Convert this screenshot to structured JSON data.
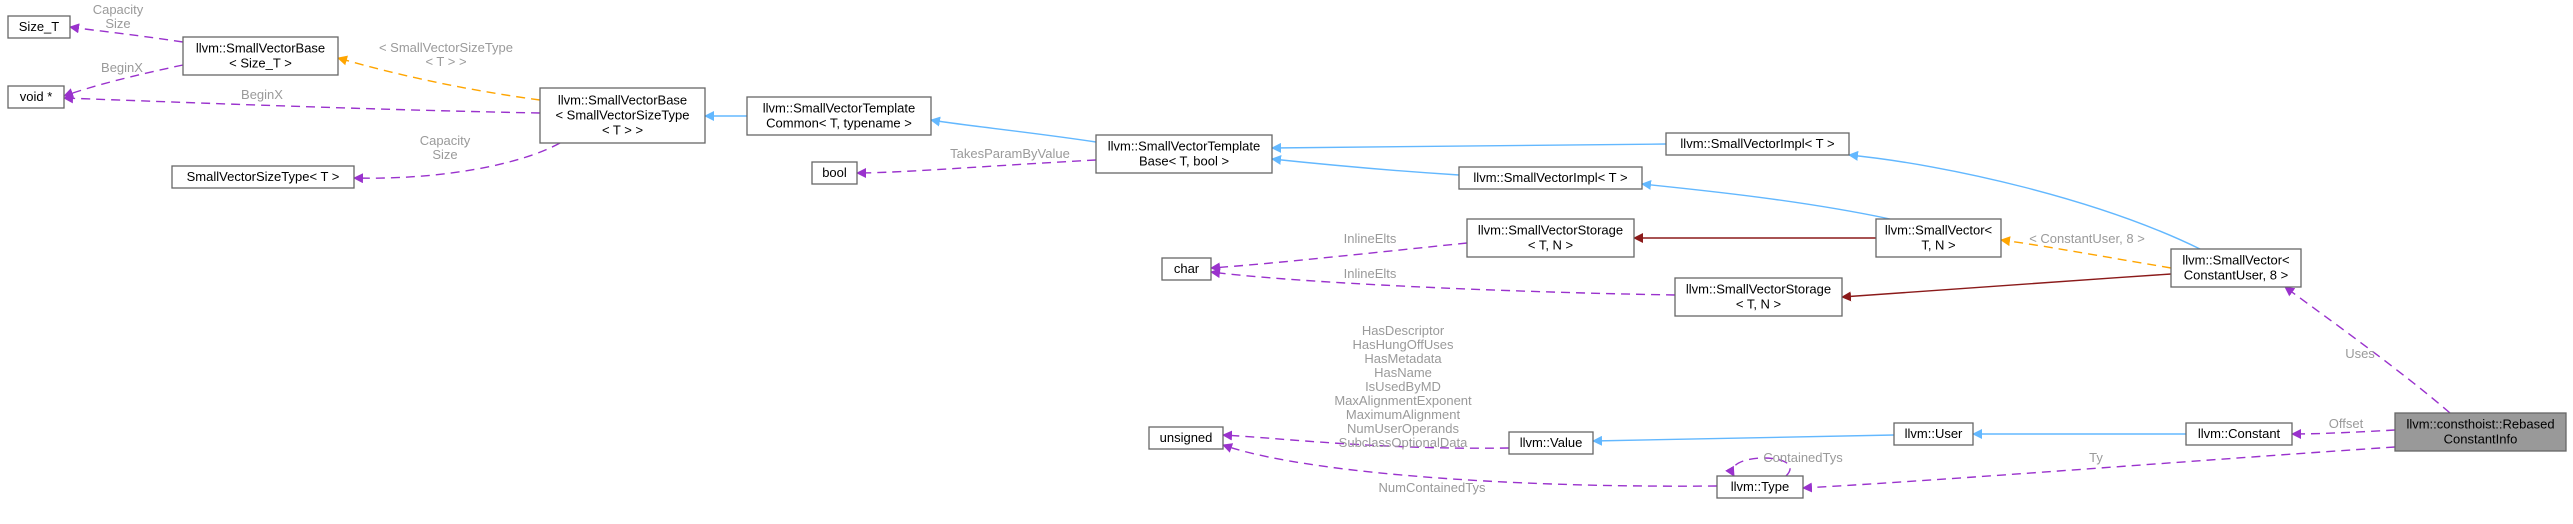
{
  "colors": {
    "inheritance": "#63b8ff",
    "usage": "#9a32cd",
    "template": "#ffa500",
    "storage": "#8b1a1a",
    "label": "#9a9a9a",
    "node_border": "#666666",
    "focus_fill": "#999999"
  },
  "nodes": [
    {
      "id": "size_t",
      "lines": [
        "Size_T"
      ]
    },
    {
      "id": "void_ptr",
      "lines": [
        "void *"
      ]
    },
    {
      "id": "svsizetype",
      "lines": [
        "SmallVectorSizeType< T >"
      ]
    },
    {
      "id": "svbase_size_t",
      "lines": [
        "llvm::SmallVectorBase",
        "< Size_T >"
      ]
    },
    {
      "id": "svbase_svst",
      "lines": [
        "llvm::SmallVectorBase",
        "< SmallVectorSizeType",
        "< T > >"
      ]
    },
    {
      "id": "svtc",
      "lines": [
        "llvm::SmallVectorTemplate",
        "Common< T, typename >"
      ]
    },
    {
      "id": "bool",
      "lines": [
        "bool"
      ]
    },
    {
      "id": "svtb",
      "lines": [
        "llvm::SmallVectorTemplate",
        "Base< T, bool >"
      ]
    },
    {
      "id": "svimpl_top",
      "lines": [
        "llvm::SmallVectorImpl< T >"
      ]
    },
    {
      "id": "svimpl_mid",
      "lines": [
        "llvm::SmallVectorImpl< T >"
      ]
    },
    {
      "id": "char",
      "lines": [
        "char"
      ]
    },
    {
      "id": "svstorage_a",
      "lines": [
        "llvm::SmallVectorStorage",
        "< T, N >"
      ]
    },
    {
      "id": "svstorage_b",
      "lines": [
        "llvm::SmallVectorStorage",
        "< T, N >"
      ]
    },
    {
      "id": "smallvector_tn",
      "lines": [
        "llvm::SmallVector<",
        "T, N >"
      ]
    },
    {
      "id": "smallvector_cu",
      "lines": [
        "llvm::SmallVector<",
        "ConstantUser, 8 >"
      ]
    },
    {
      "id": "unsigned",
      "lines": [
        "unsigned"
      ]
    },
    {
      "id": "value",
      "lines": [
        "llvm::Value"
      ]
    },
    {
      "id": "user",
      "lines": [
        "llvm::User"
      ]
    },
    {
      "id": "constant",
      "lines": [
        "llvm::Constant"
      ]
    },
    {
      "id": "type",
      "lines": [
        "llvm::Type"
      ]
    },
    {
      "id": "rebased",
      "lines": [
        "llvm::consthoist::Rebased",
        "ConstantInfo"
      ]
    }
  ],
  "edges": [
    {
      "from": "svbase_size_t",
      "to": "size_t",
      "kind": "usage",
      "labels": [
        "Capacity",
        "Size"
      ]
    },
    {
      "from": "svbase_size_t",
      "to": "void_ptr",
      "kind": "usage",
      "labels": [
        "BeginX"
      ]
    },
    {
      "from": "svbase_svst",
      "to": "void_ptr",
      "kind": "usage",
      "labels": [
        "BeginX"
      ]
    },
    {
      "from": "svbase_svst",
      "to": "svbase_size_t",
      "kind": "template",
      "labels": [
        "< SmallVectorSizeType",
        "< T > >"
      ]
    },
    {
      "from": "svbase_svst",
      "to": "svsizetype",
      "kind": "usage",
      "labels": [
        "Capacity",
        "Size"
      ]
    },
    {
      "from": "svtc",
      "to": "svbase_svst",
      "kind": "inheritance",
      "labels": []
    },
    {
      "from": "svtb",
      "to": "svtc",
      "kind": "inheritance",
      "labels": []
    },
    {
      "from": "svtb",
      "to": "bool",
      "kind": "usage",
      "labels": [
        "TakesParamByValue"
      ]
    },
    {
      "from": "svimpl_top",
      "to": "svtb",
      "kind": "inheritance",
      "labels": []
    },
    {
      "from": "svimpl_mid",
      "to": "svtb",
      "kind": "inheritance",
      "labels": []
    },
    {
      "from": "svstorage_a",
      "to": "char",
      "kind": "usage",
      "labels": [
        "InlineElts"
      ]
    },
    {
      "from": "svstorage_b",
      "to": "char",
      "kind": "usage",
      "labels": [
        "InlineElts"
      ]
    },
    {
      "from": "smallvector_tn",
      "to": "svimpl_mid",
      "kind": "inheritance",
      "labels": []
    },
    {
      "from": "smallvector_tn",
      "to": "svstorage_a",
      "kind": "storage",
      "labels": []
    },
    {
      "from": "smallvector_cu",
      "to": "svimpl_top",
      "kind": "inheritance",
      "labels": []
    },
    {
      "from": "smallvector_cu",
      "to": "smallvector_tn",
      "kind": "template",
      "labels": [
        "< ConstantUser, 8 >"
      ]
    },
    {
      "from": "smallvector_cu",
      "to": "svstorage_b",
      "kind": "storage",
      "labels": []
    },
    {
      "from": "value",
      "to": "unsigned",
      "kind": "usage",
      "labels": [
        "HasDescriptor",
        "HasHungOffUses",
        "HasMetadata",
        "HasName",
        "IsUsedByMD",
        "MaxAlignmentExponent",
        "MaximumAlignment",
        "NumUserOperands",
        "SubclassOptionalData"
      ]
    },
    {
      "from": "user",
      "to": "value",
      "kind": "inheritance",
      "labels": []
    },
    {
      "from": "constant",
      "to": "user",
      "kind": "inheritance",
      "labels": []
    },
    {
      "from": "type",
      "to": "unsigned",
      "kind": "usage",
      "labels": [
        "NumContainedTys"
      ]
    },
    {
      "from": "type",
      "to": "type",
      "kind": "usage",
      "labels": [
        "ContainedTys"
      ]
    },
    {
      "from": "rebased",
      "to": "smallvector_cu",
      "kind": "usage",
      "labels": [
        "Uses"
      ]
    },
    {
      "from": "rebased",
      "to": "constant",
      "kind": "usage",
      "labels": [
        "Offset"
      ]
    },
    {
      "from": "rebased",
      "to": "type",
      "kind": "usage",
      "labels": [
        "Ty"
      ]
    }
  ]
}
